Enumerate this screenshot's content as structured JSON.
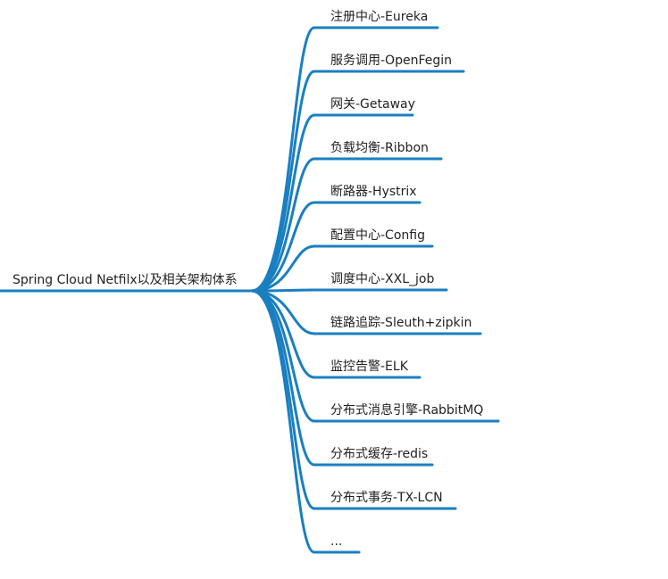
{
  "diagram": {
    "root": {
      "label": "Spring Cloud Netfilx以及相关架构体系"
    },
    "branches": [
      {
        "label": "注册中心-Eureka"
      },
      {
        "label": "服务调用-OpenFegin"
      },
      {
        "label": "网关-Getaway"
      },
      {
        "label": "负载均衡-Ribbon"
      },
      {
        "label": "断路器-Hystrix"
      },
      {
        "label": "配置中心-Config"
      },
      {
        "label": "调度中心-XXL_job"
      },
      {
        "label": "链路追踪-Sleuth+zipkin"
      },
      {
        "label": "监控告警-ELK"
      },
      {
        "label": "分布式消息引擎-RabbitMQ"
      },
      {
        "label": "分布式缓存-redis"
      },
      {
        "label": "分布式事务-TX-LCN"
      },
      {
        "label": "..."
      }
    ],
    "colors": {
      "line": "#1a7fc1",
      "text": "#222222",
      "background": "#ffffff"
    }
  }
}
